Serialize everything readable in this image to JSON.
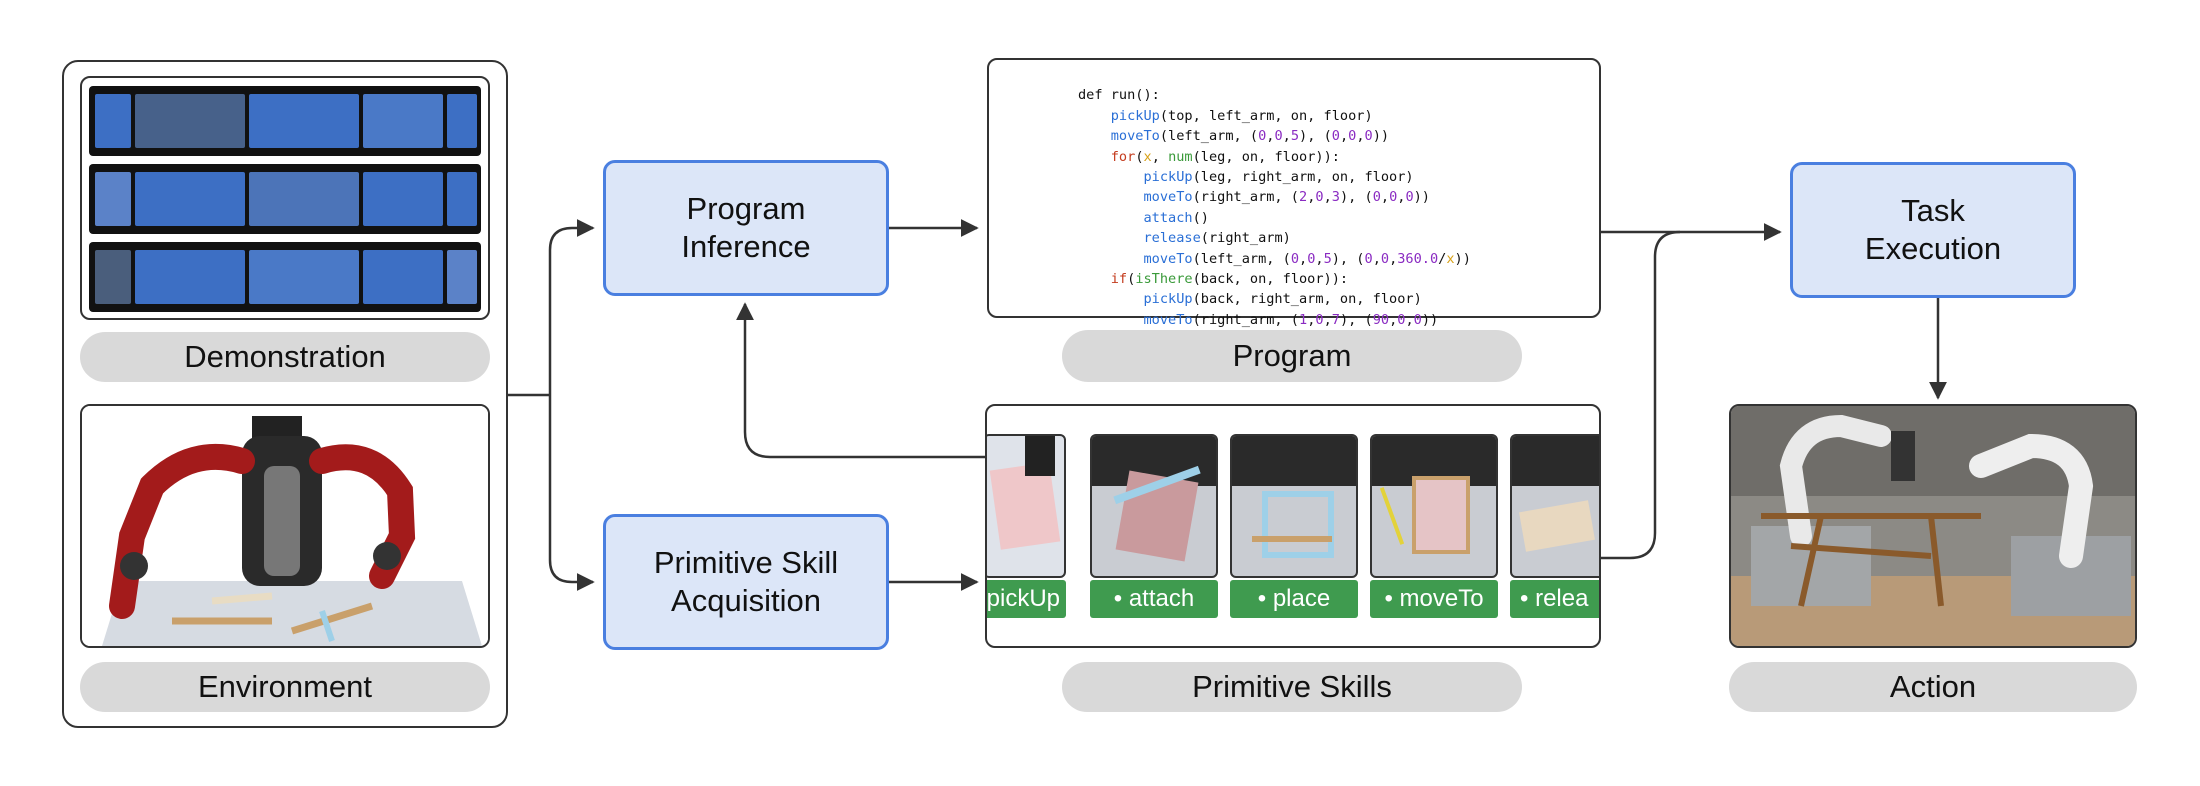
{
  "labels": {
    "demonstration": "Demonstration",
    "environment": "Environment",
    "program": "Program",
    "primitive_skills": "Primitive Skills",
    "action": "Action"
  },
  "boxes": {
    "program_inference": "Program\nInference",
    "primitive_skill_acquisition": "Primitive Skill\nAcquisition",
    "task_execution": "Task\nExecution"
  },
  "code_lines": [
    "def run():",
    "    pickUp(top, left_arm, on, floor)",
    "    moveTo(left_arm, (0,0,5), (0,0,0))",
    "    for(x, num(leg, on, floor)):",
    "        pickUp(leg, right_arm, on, floor)",
    "        moveTo(right_arm, (2,0,3), (0,0,0))",
    "        attach()",
    "        release(right_arm)",
    "        moveTo(left_arm, (0,0,5), (0,0,360.0/x))",
    "    if(isThere(back, on, floor)):",
    "        pickUp(back, right_arm, on, floor)",
    "        moveTo(right_arm, (1,0,7), (90,0,0))"
  ],
  "skills": [
    {
      "label": "pickUp"
    },
    {
      "label": "• attach"
    },
    {
      "label": "• place"
    },
    {
      "label": "• moveTo"
    },
    {
      "label": "• relea"
    }
  ],
  "colors": {
    "box_fill": "#dce6f8",
    "box_border": "#4a7fe0",
    "skill_green": "#3f9b4f",
    "pill_gray": "#d9d9d9",
    "code_function": "#2a6fd6",
    "code_control": "#c43c1e",
    "code_number": "#8a2bc2",
    "code_variable": "#d8a21a",
    "code_builtin": "#3a9a3a"
  }
}
